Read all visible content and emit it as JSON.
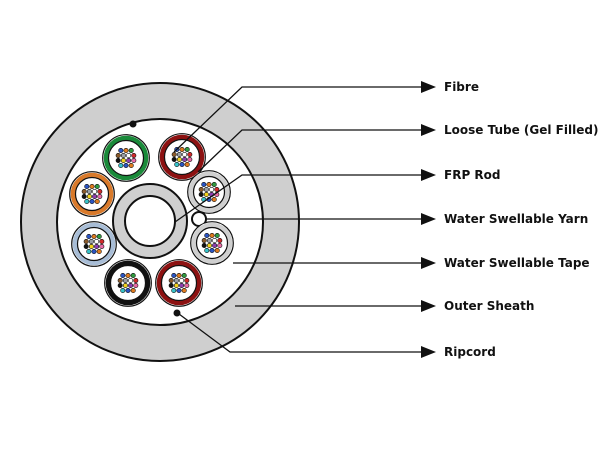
{
  "labels": {
    "fibre": "Fibre",
    "loose_tube": "Loose Tube (Gel Filled)",
    "frp_rod": "FRP Rod",
    "water_swellable_yarn": "Water Swellable Yarn",
    "water_swellable_tape": "Water Swellable Tape",
    "outer_sheath": "Outer Sheath",
    "ripcord": "Ripcord"
  },
  "colors": {
    "sheath": "#cfcfcf",
    "outline": "#111111",
    "tube_fill": "#ffffff",
    "tubes": [
      "#8c1111",
      "#cfcfcf",
      "#cfcfcf",
      "#8c1111",
      "#111111",
      "#a8bdd6",
      "#d97a2b",
      "#1a8a3a"
    ],
    "fibres": [
      "#2b55c4",
      "#e07b1f",
      "#2f9a3e",
      "#8a5a2b",
      "#9aa0a6",
      "#ffffff",
      "#d12a2a",
      "#111111",
      "#f2d21b",
      "#8e3fb0",
      "#e86aa6",
      "#36c2c8"
    ]
  }
}
